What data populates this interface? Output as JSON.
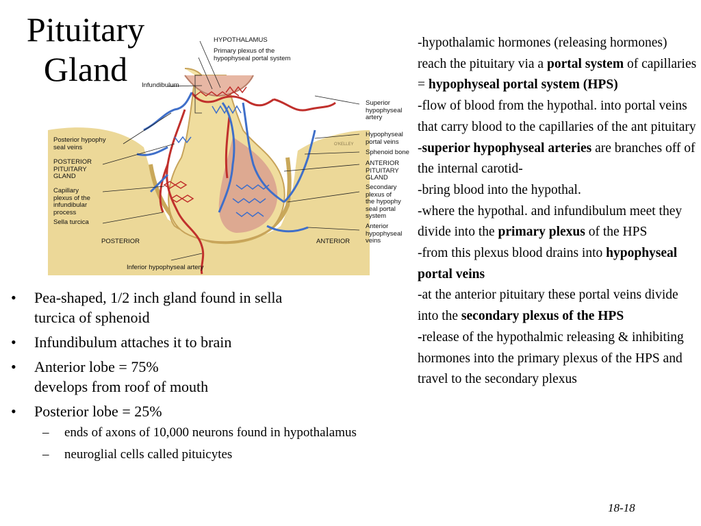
{
  "title": {
    "line1": "Pituitary",
    "line2": "Gland"
  },
  "figure": {
    "labels": {
      "hypothalamus": "HYPOTHALAMUS",
      "primary_plexus_1": "Primary plexus of the",
      "primary_plexus_2": "hypophyseal portal system",
      "infundibulum": "Infundibulum",
      "superior_artery_1": "Superior",
      "superior_artery_2": "hypophyseal",
      "superior_artery_3": "artery",
      "portal_veins_1": "Hypophyseal",
      "portal_veins_2": "portal veins",
      "sphenoid_bone": "Sphenoid bone",
      "anterior_pituitary_1": "ANTERIOR",
      "anterior_pituitary_2": "PITUITARY",
      "anterior_pituitary_3": "GLAND",
      "secondary_plexus_1": "Secondary",
      "secondary_plexus_2": "plexus of",
      "secondary_plexus_3": "the hypophy",
      "secondary_plexus_4": "seal portal",
      "secondary_plexus_5": "system",
      "anterior_veins_1": "Anterior",
      "anterior_veins_2": "hypophyseal",
      "anterior_veins_3": "veins",
      "posterior_veins_1": "Posterior hypophy",
      "posterior_veins_2": "seal veins",
      "posterior_pituitary_1": "POSTERIOR",
      "posterior_pituitary_2": "PITUITARY",
      "posterior_pituitary_3": "GLAND",
      "capillary_plexus_1": "Capillary",
      "capillary_plexus_2": "plexus of the",
      "capillary_plexus_3": "infundibular",
      "capillary_plexus_4": "process",
      "sella_turcica": "Sella turcica",
      "posterior": "POSTERIOR",
      "anterior": "ANTERIOR",
      "inferior_artery": "Inferior hypophyseal artery",
      "signature": "O'KELLEY"
    }
  },
  "bullets": {
    "b1_line1": "Pea-shaped, 1/2 inch gland found in sella",
    "b1_line2": "turcica of sphenoid",
    "b2": "Infundibulum attaches it to brain",
    "b3_line1": "Anterior lobe = 75%",
    "b3_line2": "develops from roof of mouth",
    "b4": "Posterior lobe = 25%",
    "sub1": "ends of axons of 10,000 neurons found in hypothalamus",
    "sub2": "neuroglial cells called pituicytes"
  },
  "right_text": {
    "p1_a": "-hypothalamic hormones (releasing hormones) reach the pituitary via a ",
    "p1_b": "portal system",
    "p1_c": " of capillaries = ",
    "p1_d": "hypophyseal portal system (HPS)",
    "p2": "-flow of blood from the hypothal. into portal veins that carry blood to the capillaries of the ant pituitary",
    "p3_a": "-",
    "p3_b": "superior hypophyseal arteries",
    "p3_c": " are branches off of the internal carotid-",
    "p4": "-bring blood into the hypothal.",
    "p5_a": "-where the hypothal. and infundibulum meet they divide into the ",
    "p5_b": "primary plexus",
    "p5_c": " of the HPS",
    "p6_a": "-from this plexus blood drains into ",
    "p6_b": "hypophyseal portal veins",
    "p7_a": "-at the anterior pituitary these portal veins divide into the ",
    "p7_b": "secondary plexus of the HPS",
    "p8_a": "-",
    "p8_b": "release of the hypothalmic releasing & inhibiting hormones into the primary plexus of the HPS and travel to the secondary plexus"
  },
  "slide_number": "18-18",
  "colors": {
    "artery": "#c0302c",
    "vein": "#3f6fc9",
    "bone": "#e6cd84",
    "gland": "#f0dd9e",
    "tissue": "#d99a8a"
  }
}
